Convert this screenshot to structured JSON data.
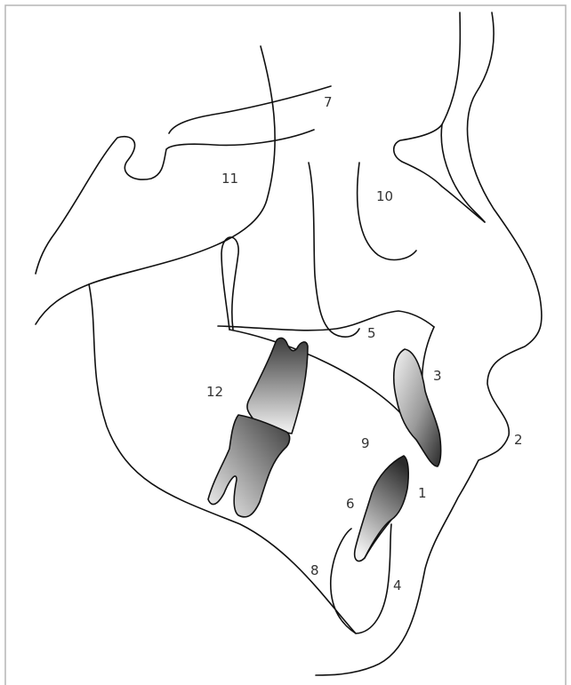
{
  "figure": {
    "labels": [
      {
        "id": "1",
        "text": "1"
      },
      {
        "id": "2",
        "text": "2"
      },
      {
        "id": "3",
        "text": "3"
      },
      {
        "id": "4",
        "text": "4"
      },
      {
        "id": "5",
        "text": "5"
      },
      {
        "id": "6",
        "text": "6"
      },
      {
        "id": "7",
        "text": "7"
      },
      {
        "id": "8",
        "text": "8"
      },
      {
        "id": "9",
        "text": "9"
      },
      {
        "id": "10",
        "text": "10"
      },
      {
        "id": "11",
        "text": "11"
      },
      {
        "id": "12",
        "text": "12"
      }
    ],
    "colors": {
      "line": "#111111",
      "border": "#b5b5b5",
      "tooth_light": "#f4f4f4",
      "tooth_dark": "#3a3a3a"
    }
  }
}
